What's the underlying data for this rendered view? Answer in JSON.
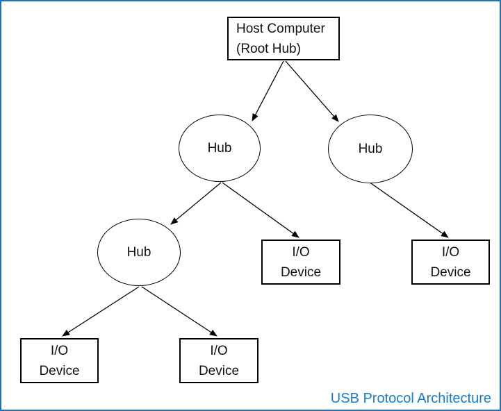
{
  "diagram": {
    "type": "tree",
    "caption": "USB Protocol Architecture",
    "nodes": {
      "host": {
        "label": "Host Computer\n(Root Hub)",
        "shape": "rectangle"
      },
      "hub_left": {
        "label": "Hub",
        "shape": "ellipse"
      },
      "hub_right": {
        "label": "Hub",
        "shape": "ellipse"
      },
      "hub_lower": {
        "label": "Hub",
        "shape": "ellipse"
      },
      "io_middle": {
        "label": "I/O\nDevice",
        "shape": "rectangle"
      },
      "io_right": {
        "label": "I/O\nDevice",
        "shape": "rectangle"
      },
      "io_bottom_left": {
        "label": "I/O\nDevice",
        "shape": "rectangle"
      },
      "io_bottom_center": {
        "label": "I/O\nDevice",
        "shape": "rectangle"
      }
    },
    "edges": [
      {
        "from": "host",
        "to": "hub_left"
      },
      {
        "from": "host",
        "to": "hub_right"
      },
      {
        "from": "hub_left",
        "to": "hub_lower"
      },
      {
        "from": "hub_left",
        "to": "io_middle"
      },
      {
        "from": "hub_right",
        "to": "io_right"
      },
      {
        "from": "hub_lower",
        "to": "io_bottom_left"
      },
      {
        "from": "hub_lower",
        "to": "io_bottom_center"
      }
    ],
    "colors": {
      "frame_border": "#1F72B5",
      "caption_text": "#157DCB",
      "shape_stroke": "#000000"
    }
  }
}
